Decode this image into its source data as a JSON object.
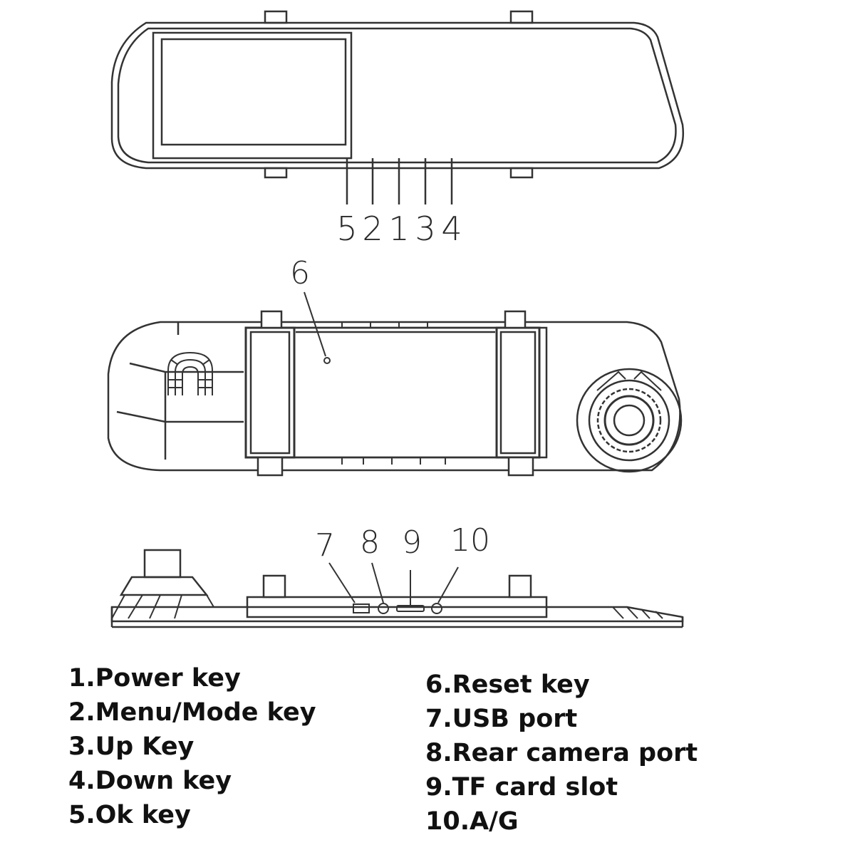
{
  "callouts": {
    "top": [
      "5",
      "2",
      "1",
      "3",
      "4"
    ],
    "reset": "6",
    "bottom": [
      "7",
      "8",
      "9",
      "10"
    ]
  },
  "legend": {
    "left": [
      "1.Power key",
      "2.Menu/Mode key",
      "3.Up Key",
      "4.Down key",
      "5.Ok key"
    ],
    "right": [
      "6.Reset key",
      "7.USB port",
      "8.Rear camera port",
      "9.TF card slot",
      "10.A/G"
    ]
  },
  "colors": {
    "line": "#333333",
    "text": "#111111",
    "background": "#ffffff"
  }
}
